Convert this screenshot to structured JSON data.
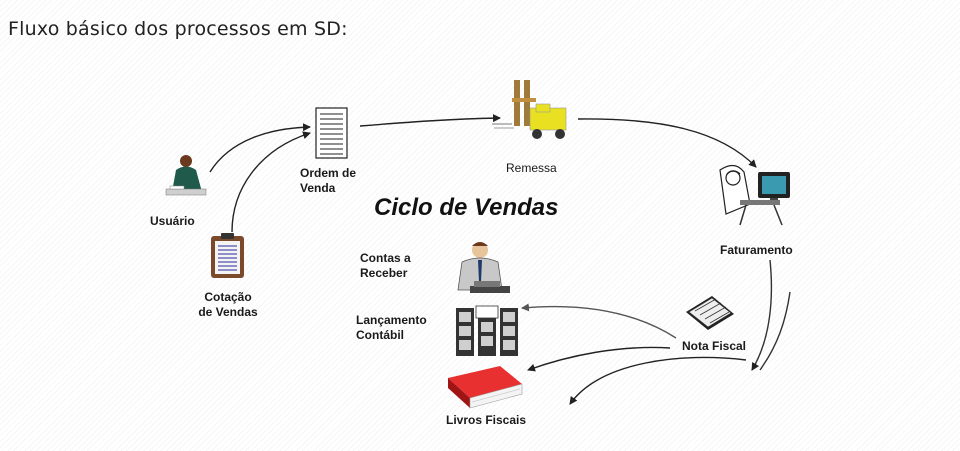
{
  "title": "Fluxo básico dos processos em SD:",
  "cycle_title": "Ciclo de Vendas",
  "nodes": {
    "usuario": "Usuário",
    "cotacao_1": "Cotação",
    "cotacao_2": "de Vendas",
    "ordem_1": "Ordem de",
    "ordem_2": "Venda",
    "remessa": "Remessa",
    "faturamento": "Faturamento",
    "nota_fiscal": "Nota Fiscal",
    "contas_1": "Contas a",
    "contas_2": "Receber",
    "lancamento_1": "Lançamento",
    "lancamento_2": "Contábil",
    "livros": "Livros Fiscais"
  },
  "colors": {
    "arrow": "#222222",
    "arrow_gray": "#555555",
    "forklift": "#e8e020",
    "book_red": "#d61f1f",
    "clipboard": "#7a4a2a"
  }
}
